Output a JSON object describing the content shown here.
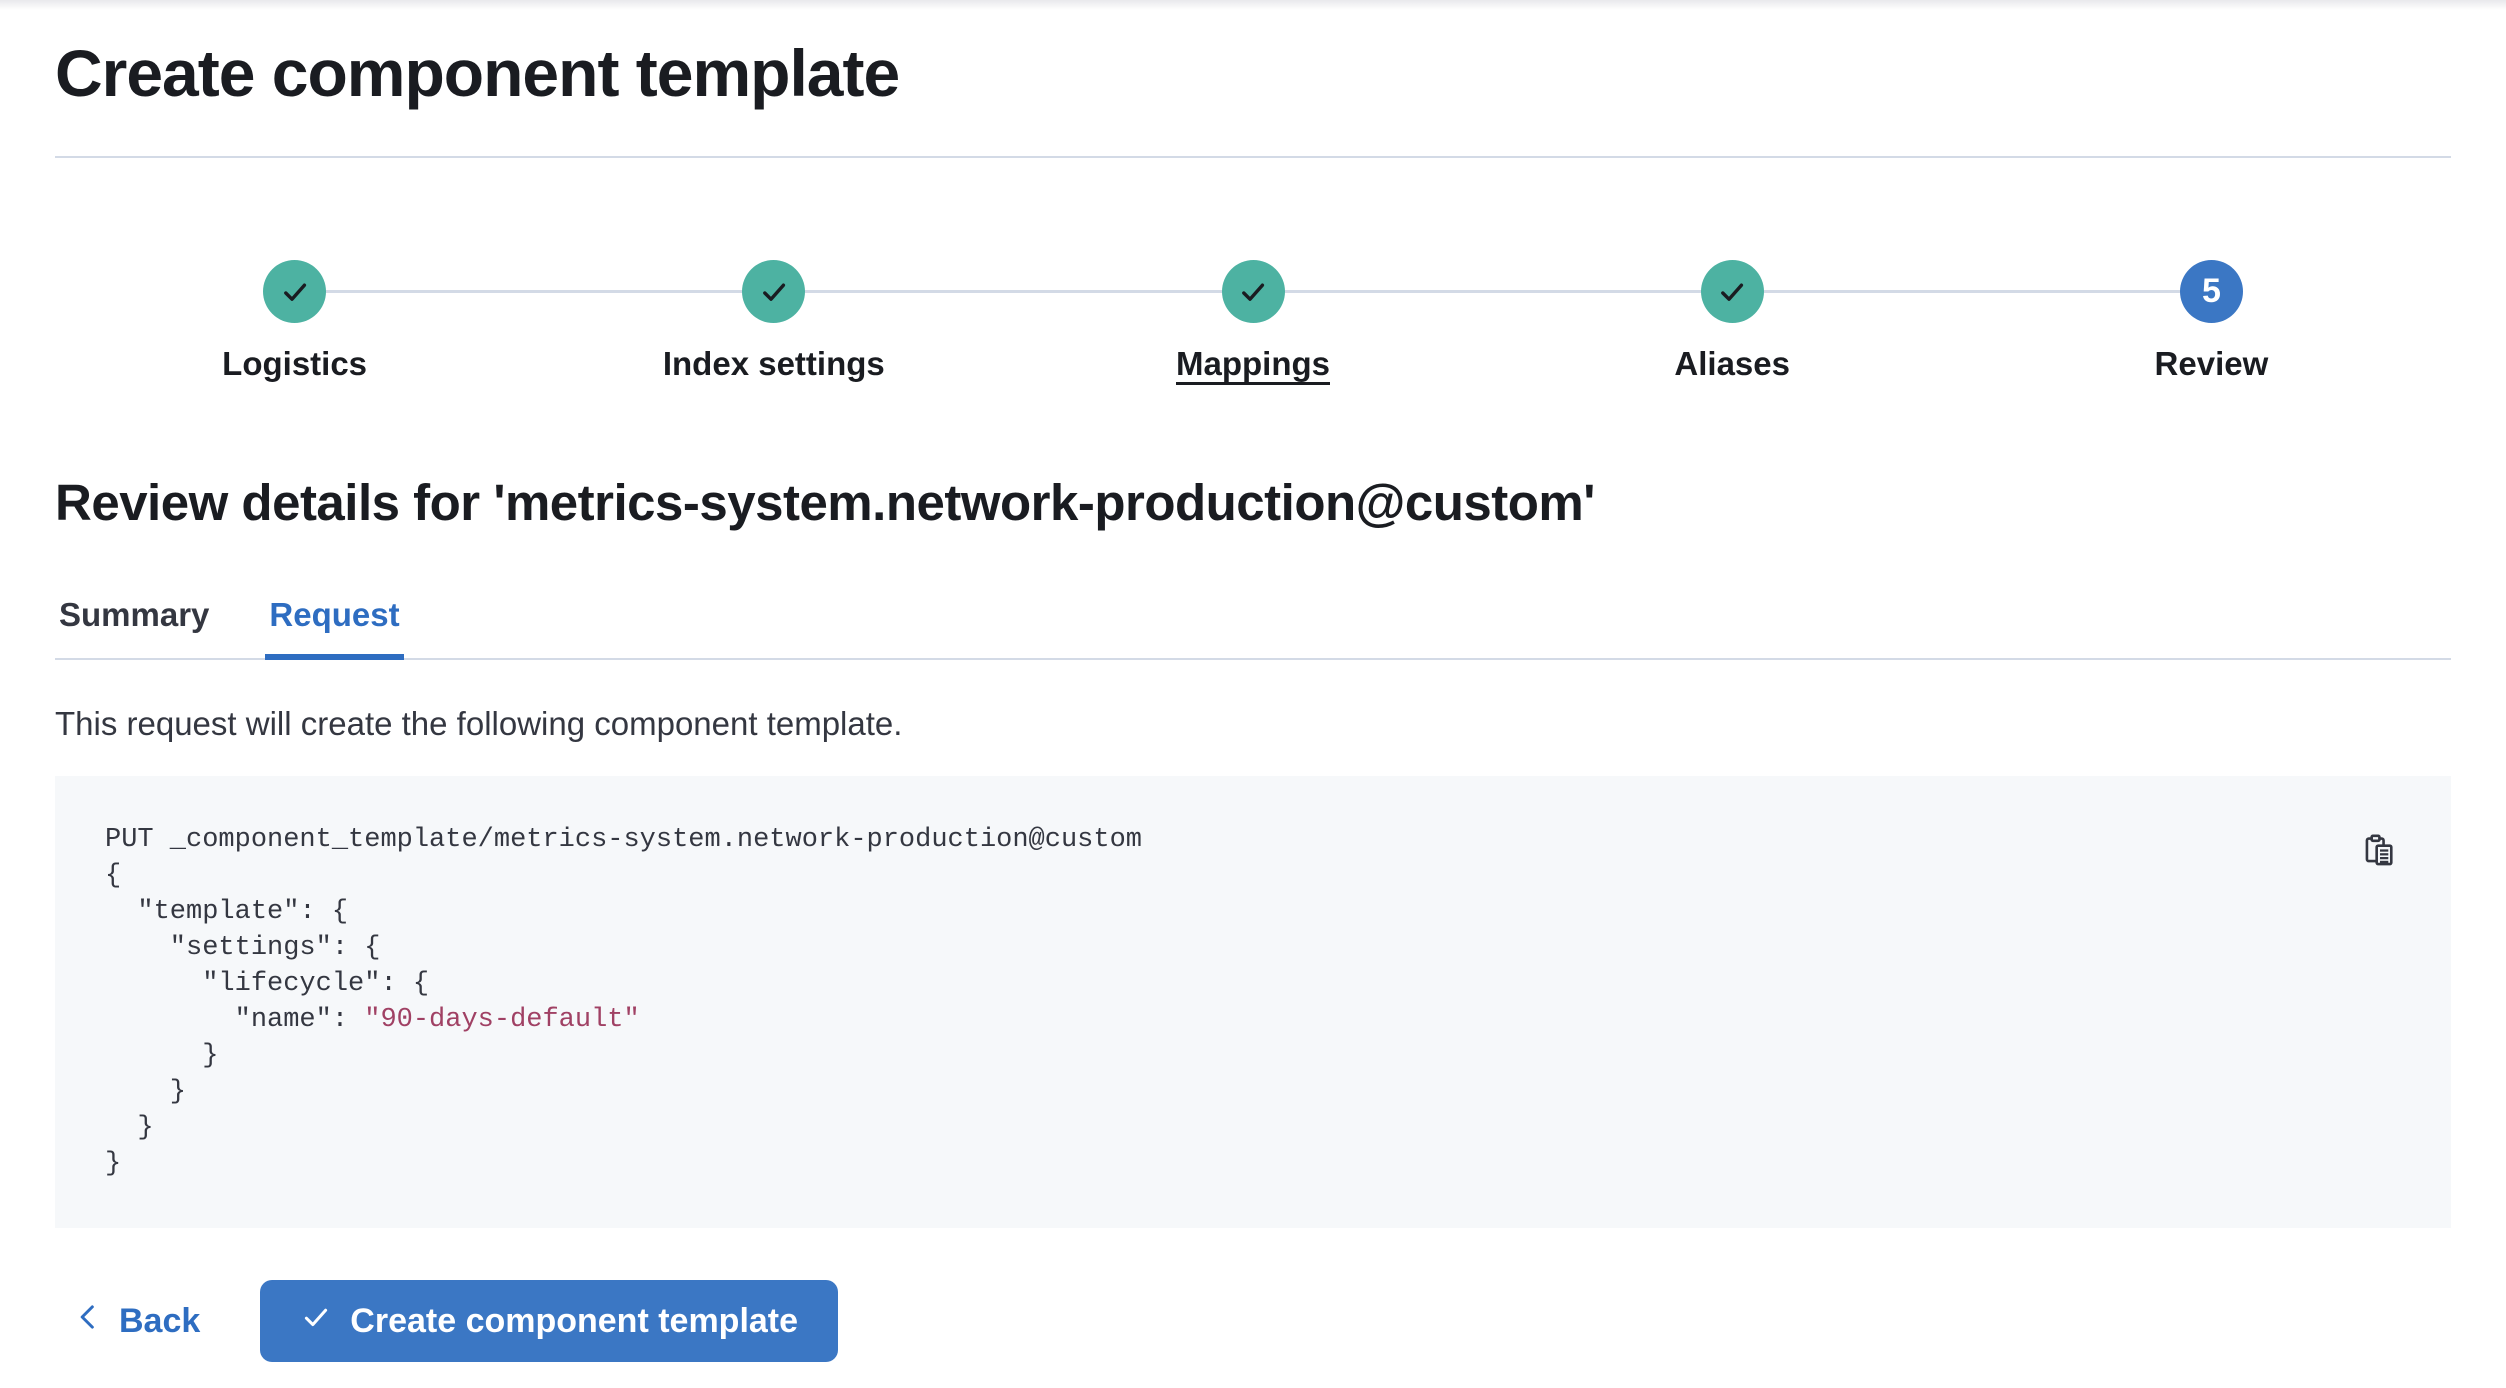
{
  "page": {
    "title": "Create component template"
  },
  "steps": {
    "items": [
      {
        "label": "Logistics",
        "status": "complete",
        "underlined": false
      },
      {
        "label": "Index settings",
        "status": "complete",
        "underlined": false
      },
      {
        "label": "Mappings",
        "status": "complete",
        "underlined": true
      },
      {
        "label": "Aliases",
        "status": "complete",
        "underlined": false
      },
      {
        "label": "Review",
        "status": "current",
        "number": "5",
        "underlined": false
      }
    ]
  },
  "review": {
    "heading": "Review details for 'metrics-system.network-production@custom'",
    "tabs": [
      {
        "label": "Summary",
        "active": false
      },
      {
        "label": "Request",
        "active": true
      }
    ],
    "description": "This request will create the following component template."
  },
  "code": {
    "copy_icon": "copy-clipboard-icon",
    "lines": [
      [
        {
          "t": "PUT _component_template/metrics-system.network-production@custom",
          "c": "plain"
        }
      ],
      [
        {
          "t": "{",
          "c": "plain"
        }
      ],
      [
        {
          "t": "  \"template\": {",
          "c": "plain"
        }
      ],
      [
        {
          "t": "    \"settings\": {",
          "c": "plain"
        }
      ],
      [
        {
          "t": "      \"lifecycle\": {",
          "c": "plain"
        }
      ],
      [
        {
          "t": "        \"name\": ",
          "c": "plain"
        },
        {
          "t": "\"90-days-default\"",
          "c": "string"
        }
      ],
      [
        {
          "t": "      }",
          "c": "plain"
        }
      ],
      [
        {
          "t": "    }",
          "c": "plain"
        }
      ],
      [
        {
          "t": "  }",
          "c": "plain"
        }
      ],
      [
        {
          "t": "}",
          "c": "plain"
        }
      ]
    ]
  },
  "footer": {
    "back_label": "Back",
    "submit_label": "Create component template",
    "back_icon": "chevron-left-icon",
    "submit_icon": "check-icon"
  },
  "colors": {
    "primary": "#3B77C4",
    "link": "#2E6DC1",
    "success": "#4DB2A2",
    "divider": "#D3DAE6",
    "heading": "#1A1C21",
    "code_bg": "#F6F8FA",
    "code_string": "#A04164"
  }
}
